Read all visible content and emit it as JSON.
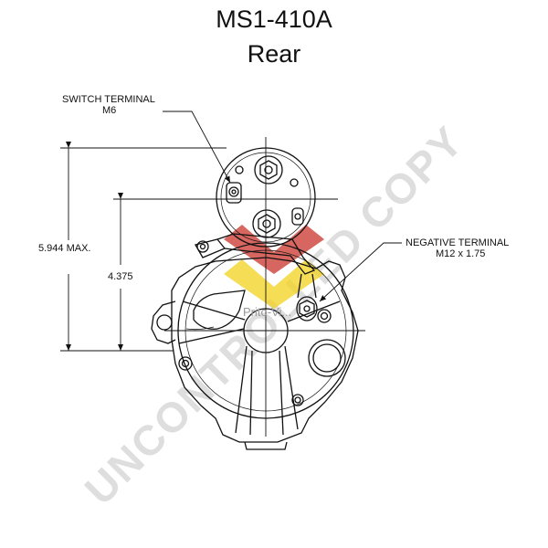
{
  "title": {
    "part_number": "MS1-410A",
    "view": "Rear"
  },
  "callouts": {
    "switch_terminal": {
      "line1": "SWITCH TERMINAL",
      "line2": "M6"
    },
    "negative_terminal": {
      "line1": "NEGATIVE TERMINAL",
      "line2": "M12 x 1.75"
    }
  },
  "dimensions": {
    "overall_height": "5.944 MAX.",
    "center_height": "4.375"
  },
  "watermark": {
    "text": "UNCONTROLLED COPY",
    "logo_text": "Prito-Vi..."
  },
  "colors": {
    "line": "#111111",
    "watermark": "#d9d9d9",
    "logo_red": "#c9342a",
    "logo_yellow": "#f2d21e"
  }
}
